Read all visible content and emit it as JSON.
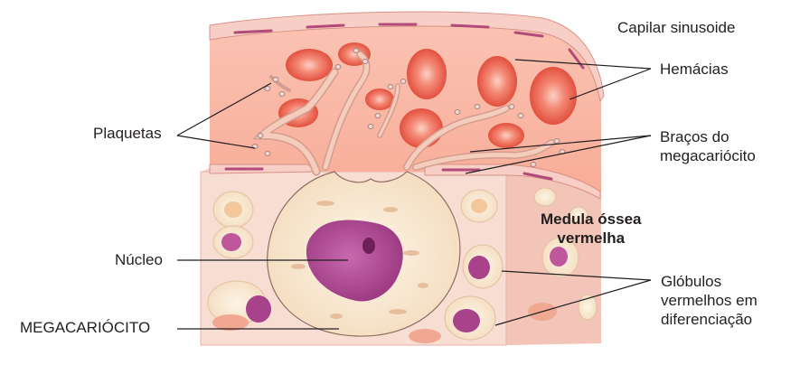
{
  "labels": {
    "capilar": "Capilar sinusoide",
    "hemacias": "Hemácias",
    "plaquetas": "Plaquetas",
    "bracos_line1": "Braços do",
    "bracos_line2": "megacariócito",
    "medula_line1": "Medula óssea",
    "medula_line2": "vermelha",
    "nucleo": "Núcleo",
    "globulos_line1": "Glóbulos",
    "globulos_line2": "vermelhos em",
    "globulos_line3": "diferenciação",
    "megacariocito": "MEGACARIÓCITO"
  },
  "colors": {
    "vessel_wall": "#f6c9c0",
    "vessel_lumen": "#f9b8a6",
    "erythrocyte": "#ef6c5a",
    "tissue": "#f7d6cc",
    "megakaryocyte_cytoplasm": "#fbe7d6",
    "nucleus": "#b54b97",
    "arm": "#f2c7b6",
    "leader_line": "#231f20"
  }
}
